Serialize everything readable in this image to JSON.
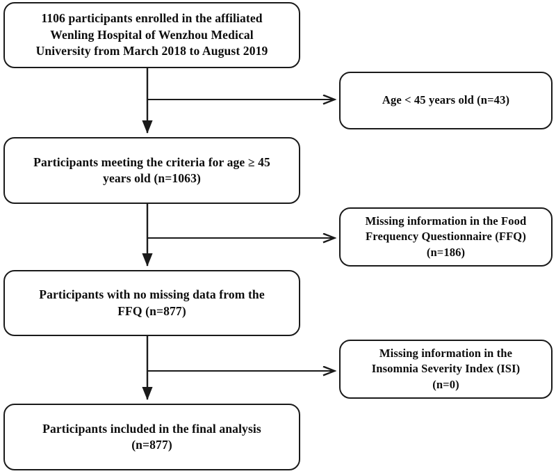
{
  "diagram": {
    "title": "Participant flow diagram",
    "type": "flowchart",
    "stroke_color": "#1a1a1a",
    "text_color": "#0d0d0d",
    "background_color": "#ffffff"
  },
  "main_flow": [
    {
      "id": "enrolled",
      "text": "1106 participants enrolled in the affiliated\nWenling Hospital of Wenzhou Medical\nUniversity from March 2018 to August 2019",
      "count": 1106
    },
    {
      "id": "age-criteria",
      "text": "Participants meeting the criteria for age  ≥ 45\nyears old (n=1063)",
      "count": 1063
    },
    {
      "id": "no-missing-ffq",
      "text": "Participants with no missing data from the\nFFQ (n=877)",
      "count": 877
    },
    {
      "id": "final-analysis",
      "text": "Participants included in the final analysis\n(n=877)",
      "count": 877
    }
  ],
  "exclusions": [
    {
      "id": "excl-age",
      "text": "Age < 45 years old (n=43)",
      "count": 43
    },
    {
      "id": "excl-ffq",
      "text": "Missing information in the Food\nFrequency Questionnaire (FFQ)\n(n=186)",
      "count": 186
    },
    {
      "id": "excl-isi",
      "text": "Missing information in the\nInsomnia Severity Index (ISI)\n(n=0)",
      "count": 0
    }
  ],
  "connectors": [
    {
      "id": "spine-1",
      "kind": "vertical-arrow",
      "from": "enrolled",
      "to": "age-criteria"
    },
    {
      "id": "branch-1",
      "kind": "horizontal-arrow",
      "from": "spine-1",
      "to": "excl-age"
    },
    {
      "id": "spine-2",
      "kind": "vertical-arrow",
      "from": "age-criteria",
      "to": "no-missing-ffq"
    },
    {
      "id": "branch-2",
      "kind": "horizontal-arrow",
      "from": "spine-2",
      "to": "excl-ffq"
    },
    {
      "id": "spine-3",
      "kind": "vertical-arrow",
      "from": "no-missing-ffq",
      "to": "final-analysis"
    },
    {
      "id": "branch-3",
      "kind": "horizontal-arrow",
      "from": "spine-3",
      "to": "excl-isi"
    }
  ]
}
